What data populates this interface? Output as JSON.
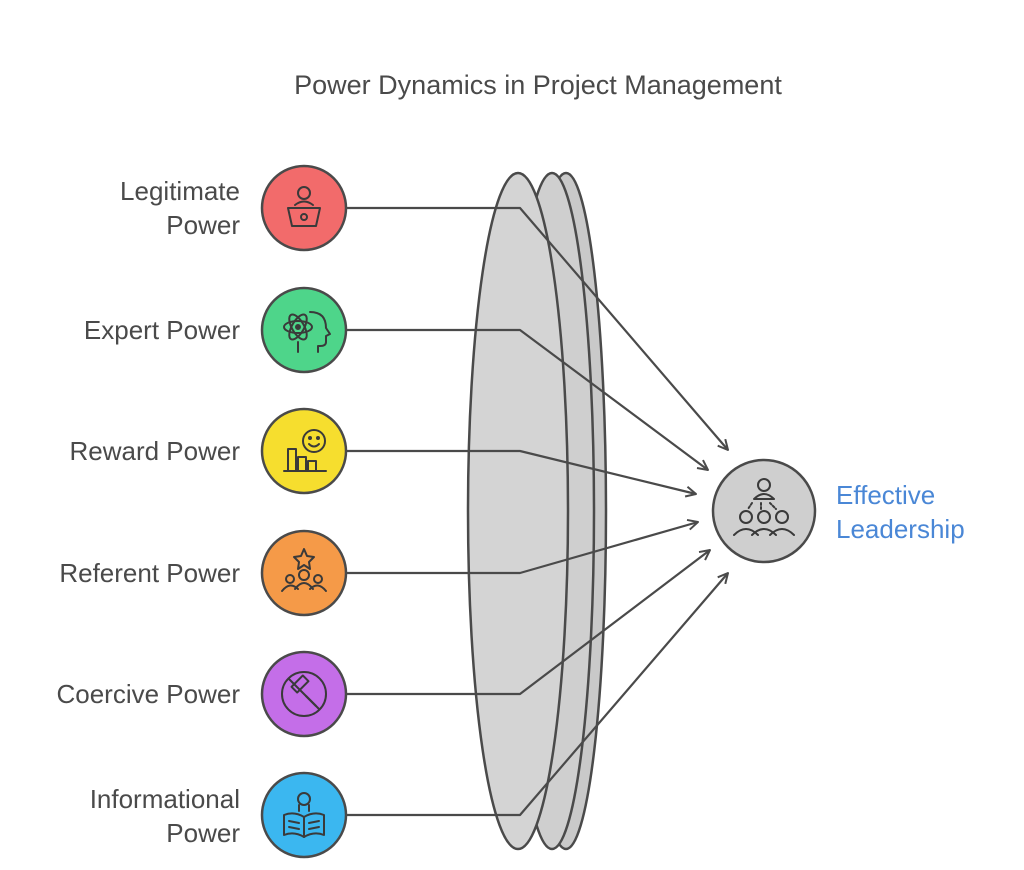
{
  "diagram": {
    "title": "Power Dynamics in Project Management",
    "sources": [
      {
        "label_lines": [
          "Legitimate",
          "Power"
        ],
        "color": "#f26b6b",
        "icon": "podium-speaker-icon"
      },
      {
        "label_lines": [
          "Expert Power"
        ],
        "color": "#4ed58a",
        "icon": "atom-head-icon"
      },
      {
        "label_lines": [
          "Reward Power"
        ],
        "color": "#f6de2e",
        "icon": "smile-bar-chart-icon"
      },
      {
        "label_lines": [
          "Referent Power"
        ],
        "color": "#f59a48",
        "icon": "star-group-icon"
      },
      {
        "label_lines": [
          "Coercive Power"
        ],
        "color": "#c46ee8",
        "icon": "no-hammer-icon"
      },
      {
        "label_lines": [
          "Informational",
          "Power"
        ],
        "color": "#3bb7f0",
        "icon": "reading-person-icon"
      }
    ],
    "lens_color": "#d4d4d4",
    "target": {
      "label_lines": [
        "Effective",
        "Leadership"
      ],
      "color": "#cfcfcf",
      "label_color": "#4a87d6",
      "icon": "leader-team-icon"
    }
  }
}
